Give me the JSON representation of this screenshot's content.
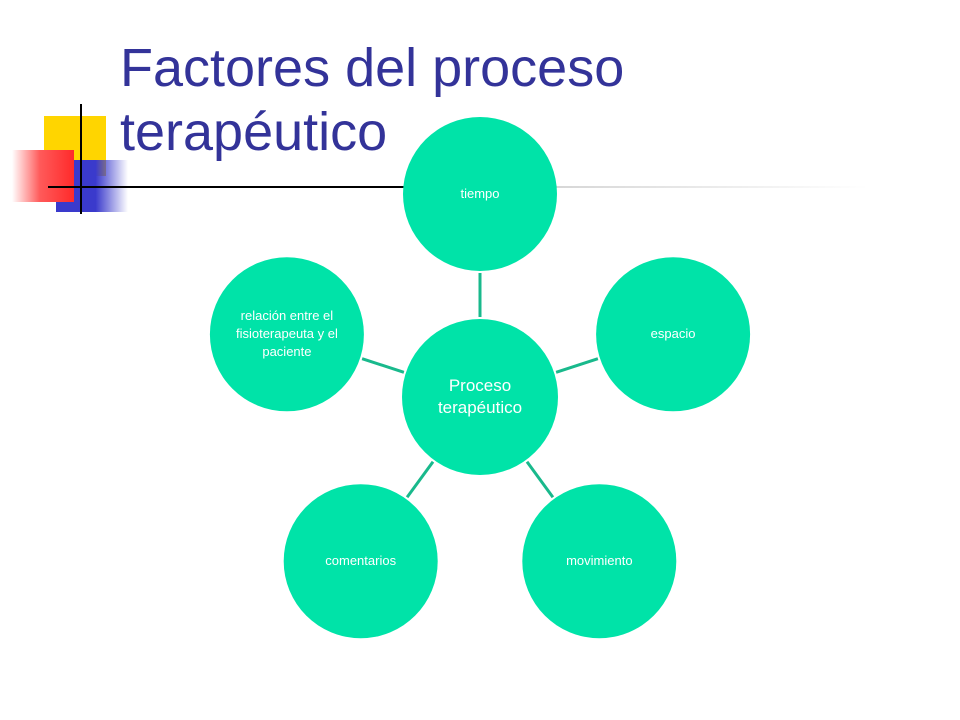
{
  "title": "Factores del proceso terapéutico",
  "colors": {
    "node_fill": "#00e3a8",
    "connector": "#19b98c",
    "title": "#333399",
    "label": "#ffffff"
  },
  "diagram": {
    "center": {
      "label": "Proceso terapéutico"
    },
    "nodes": [
      {
        "id": "tiempo",
        "label": "tiempo"
      },
      {
        "id": "espacio",
        "label": "espacio"
      },
      {
        "id": "movimiento",
        "label": "movimiento"
      },
      {
        "id": "comentarios",
        "label": "comentarios"
      },
      {
        "id": "relacion",
        "label": "relación entre el fisioterapeuta y el paciente"
      }
    ]
  }
}
